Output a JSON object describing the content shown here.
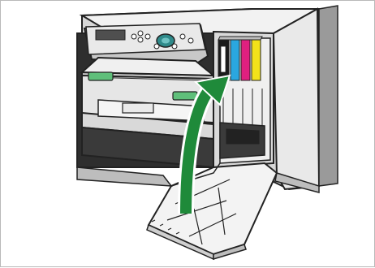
{
  "figure": {
    "subject": "printer-ink-cartridge-front-cover-open",
    "colors": {
      "arrow": "#1f8a3a",
      "cartridge_black": "#1a1a1a",
      "cartridge_cyan": "#2aa7e0",
      "cartridge_magenta": "#e0207f",
      "cartridge_yellow": "#f2e21a",
      "tray_green": "#5fbf7a",
      "outline": "#222222",
      "body_light": "#f2f2f2",
      "body_shadow": "#bdbdbd"
    },
    "cartridges": [
      {
        "color_name": "black"
      },
      {
        "color_name": "cyan"
      },
      {
        "color_name": "magenta"
      },
      {
        "color_name": "yellow"
      }
    ]
  }
}
